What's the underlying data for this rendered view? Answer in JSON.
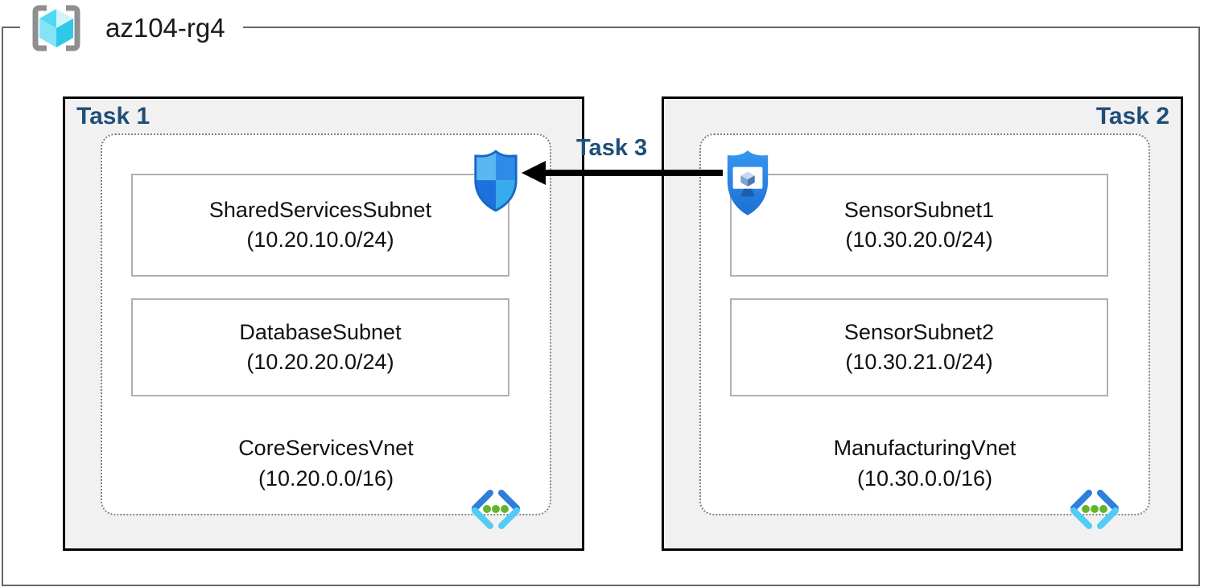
{
  "resource_group": {
    "name": "az104-rg4"
  },
  "labels": {
    "task1": "Task 1",
    "task2": "Task 2",
    "task3": "Task 3"
  },
  "vnets": [
    {
      "name": "CoreServicesVnet",
      "cidr": "(10.20.0.0/16)",
      "subnets": [
        {
          "name": "SharedServicesSubnet",
          "cidr": "(10.20.10.0/24)"
        },
        {
          "name": "DatabaseSubnet",
          "cidr": "(10.20.20.0/24)"
        }
      ]
    },
    {
      "name": "ManufacturingVnet",
      "cidr": "(10.30.0.0/16)",
      "subnets": [
        {
          "name": "SensorSubnet1",
          "cidr": "(10.30.20.0/24)"
        },
        {
          "name": "SensorSubnet2",
          "cidr": "(10.30.21.0/24)"
        }
      ]
    }
  ],
  "icons": {
    "resource_group": "resource-group-icon",
    "left_shield": "network-security-group-icon",
    "right_shield": "application-security-group-icon",
    "vnet": "virtual-network-icon",
    "arrow": "task3-arrow"
  },
  "colors": {
    "task_label": "#1F4E79",
    "task_box_fill": "#F1F1F1",
    "task_box_border": "#000000",
    "outer_border": "#666666",
    "dotted_border": "#7F7F7F",
    "subnet_border": "#B0B0B0",
    "arrow": "#000000",
    "shield_blue": "#2E8CE8",
    "vnet_chevron_dark": "#2E7FD9",
    "vnet_chevron_light": "#53CCF5",
    "vnet_dot_green": "#64B32D"
  }
}
